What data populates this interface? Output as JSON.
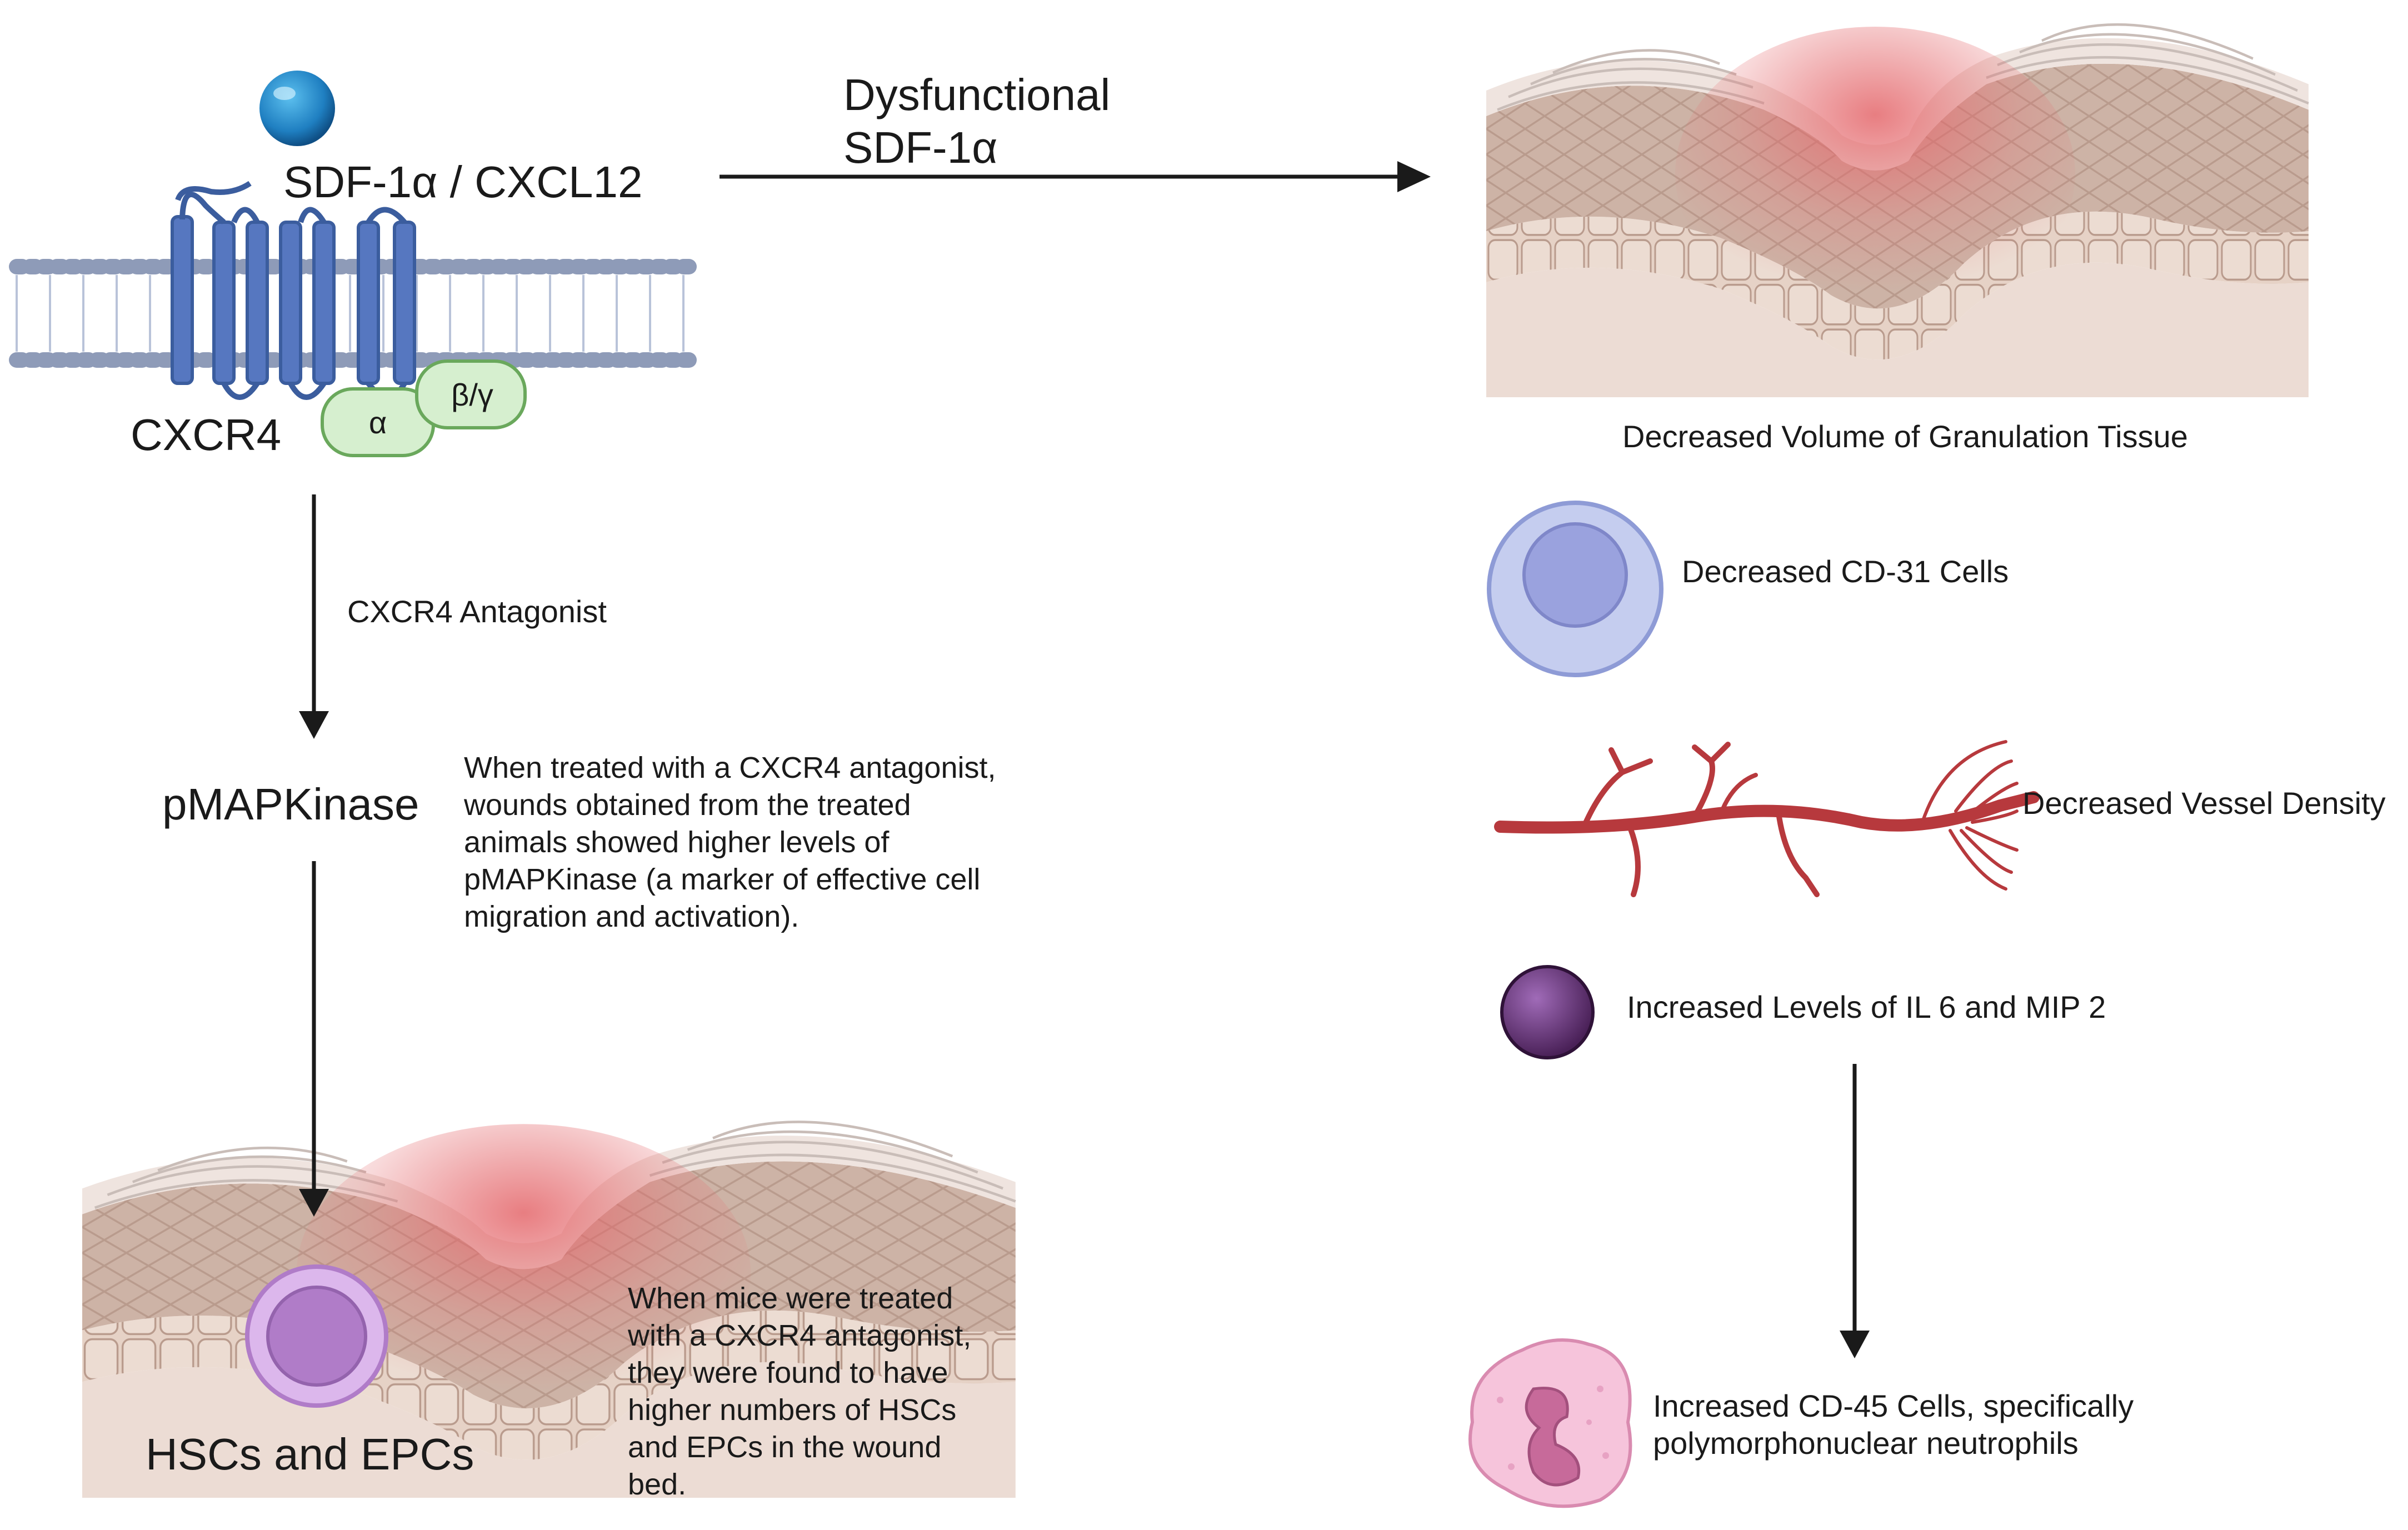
{
  "colors": {
    "ligand": "#1f7fc1",
    "receptor": "#4a6fb5",
    "gprotein_fill": "#d6efcf",
    "gprotein_stroke": "#6aa85c",
    "membrane_head": "#8e9bb8",
    "tissue_base": "#e6cfc6",
    "wound_red": "#e4676b",
    "cell_blue": "#a9b6e3",
    "cell_purple_light": "#d9b3ea",
    "vessel": "#b7393d",
    "dark_cell": "#5b2d6e",
    "neutrophil": "#f3b9d2"
  },
  "receptor": {
    "ligand_label": "SDF-1α / CXCL12",
    "receptor_label": "CXCR4",
    "alpha_label": "α",
    "beta_gamma_label": "β/γ"
  },
  "dysfunctional": {
    "line1": "Dysfunctional",
    "line2": "SDF-1α"
  },
  "left_path": {
    "antagonist_label": "CXCR4 Antagonist",
    "pmap_label": "pMAPKinase",
    "pmap_desc": [
      "When treated with a CXCR4 antagonist,",
      "wounds obtained from the treated",
      "animals showed higher levels of",
      "pMAPKinase (a marker of effective cell",
      "migration and activation)."
    ],
    "hsc_label": "HSCs and EPCs",
    "hsc_desc": [
      "When mice were treated",
      "with a CXCR4 antagonist,",
      "they were found to have",
      "higher numbers of HSCs",
      "and EPCs in the wound",
      "bed."
    ]
  },
  "right_path": {
    "granulation": "Decreased Volume of Granulation Tissue",
    "cd31": "Decreased CD-31 Cells",
    "vessel": "Decreased Vessel Density",
    "il6": "Increased Levels of IL 6 and MIP 2",
    "cd45_line1": "Increased CD-45 Cells, specifically",
    "cd45_line2": "polymorphonuclear neutrophils"
  },
  "icons": [
    "ligand-sphere-icon",
    "gpcr-receptor-icon",
    "skin-wound-icon",
    "cell-icon",
    "blood-vessel-icon",
    "neutrophil-icon"
  ]
}
